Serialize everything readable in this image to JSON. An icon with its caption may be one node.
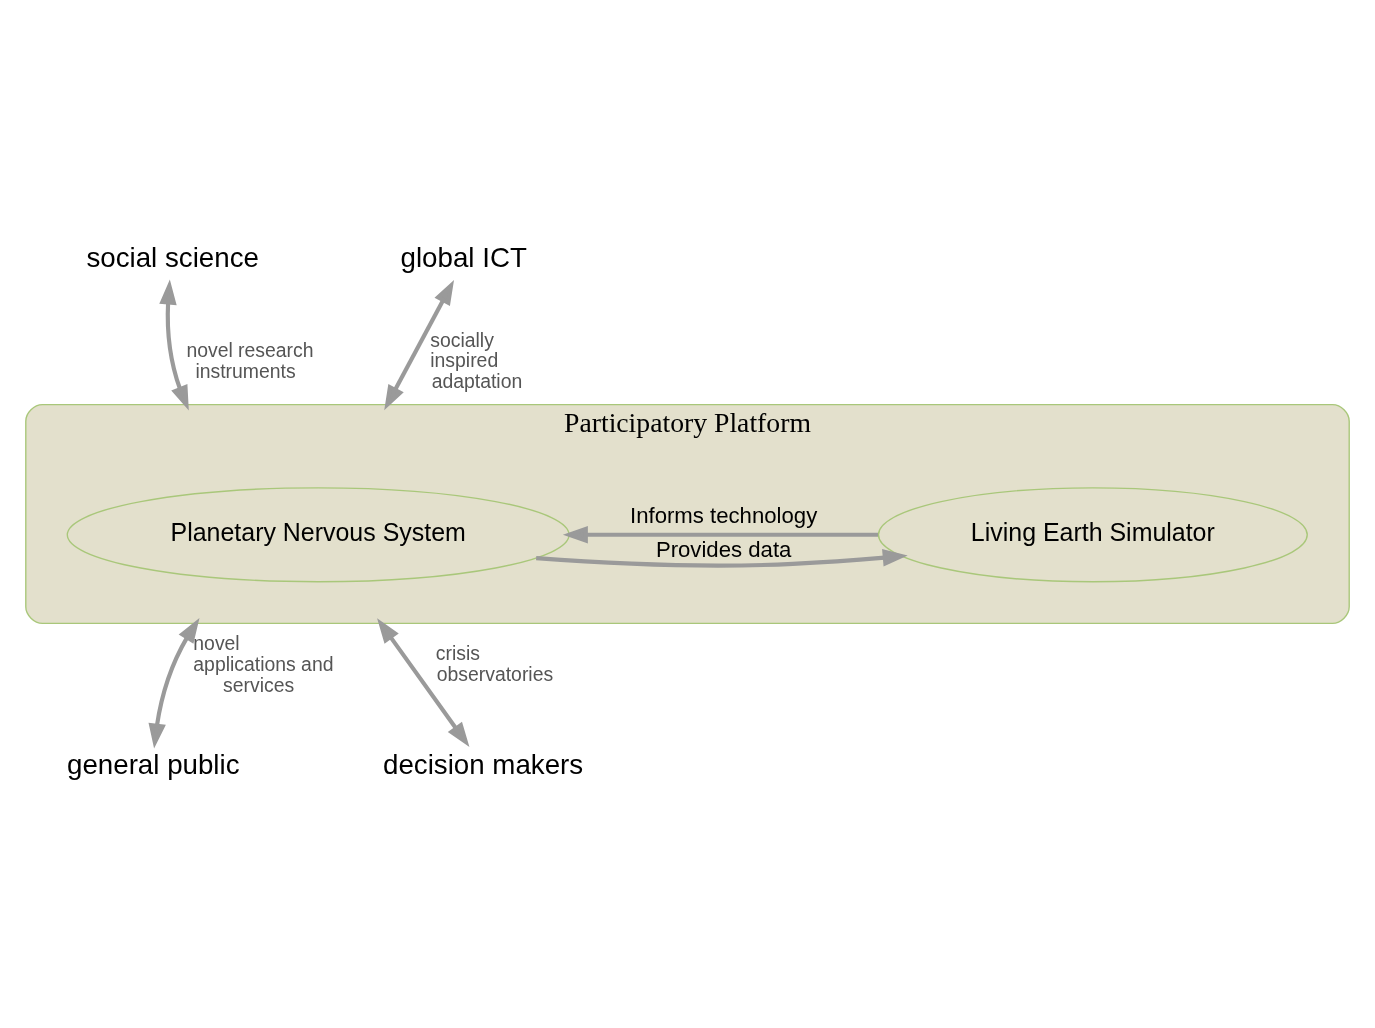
{
  "diagram": {
    "nodes": [
      {
        "text": [
          "Participatory Platform"
        ]
      },
      {
        "text": [
          "Planetary Nervous System"
        ],
        "in": 0
      },
      {
        "text": [
          "Living Earth Simulator"
        ],
        "in": 0
      },
      {
        "text": [
          "social science"
        ]
      },
      {
        "text": [
          "global ICT"
        ]
      },
      {
        "text": [
          "general public"
        ]
      },
      {
        "text": [
          "decision makers"
        ]
      }
    ],
    "edges": [
      {
        "from": 1,
        "to": 2,
        "arrow": "to",
        "label": "Provides data"
      },
      {
        "from": 2,
        "to": 1,
        "arrow": "to",
        "label": "Informs technology"
      },
      {
        "from": 3,
        "to": 0,
        "arrow": "both",
        "label": "novel research instruments"
      },
      {
        "from": 4,
        "to": 0,
        "arrow": "both",
        "label": "socially inspired adaptation"
      },
      {
        "from": 0,
        "to": 5,
        "arrow": "both",
        "label": "novel applications and services"
      },
      {
        "from": 0,
        "to": 6,
        "arrow": "both",
        "label": "crisis observatories"
      }
    ]
  }
}
